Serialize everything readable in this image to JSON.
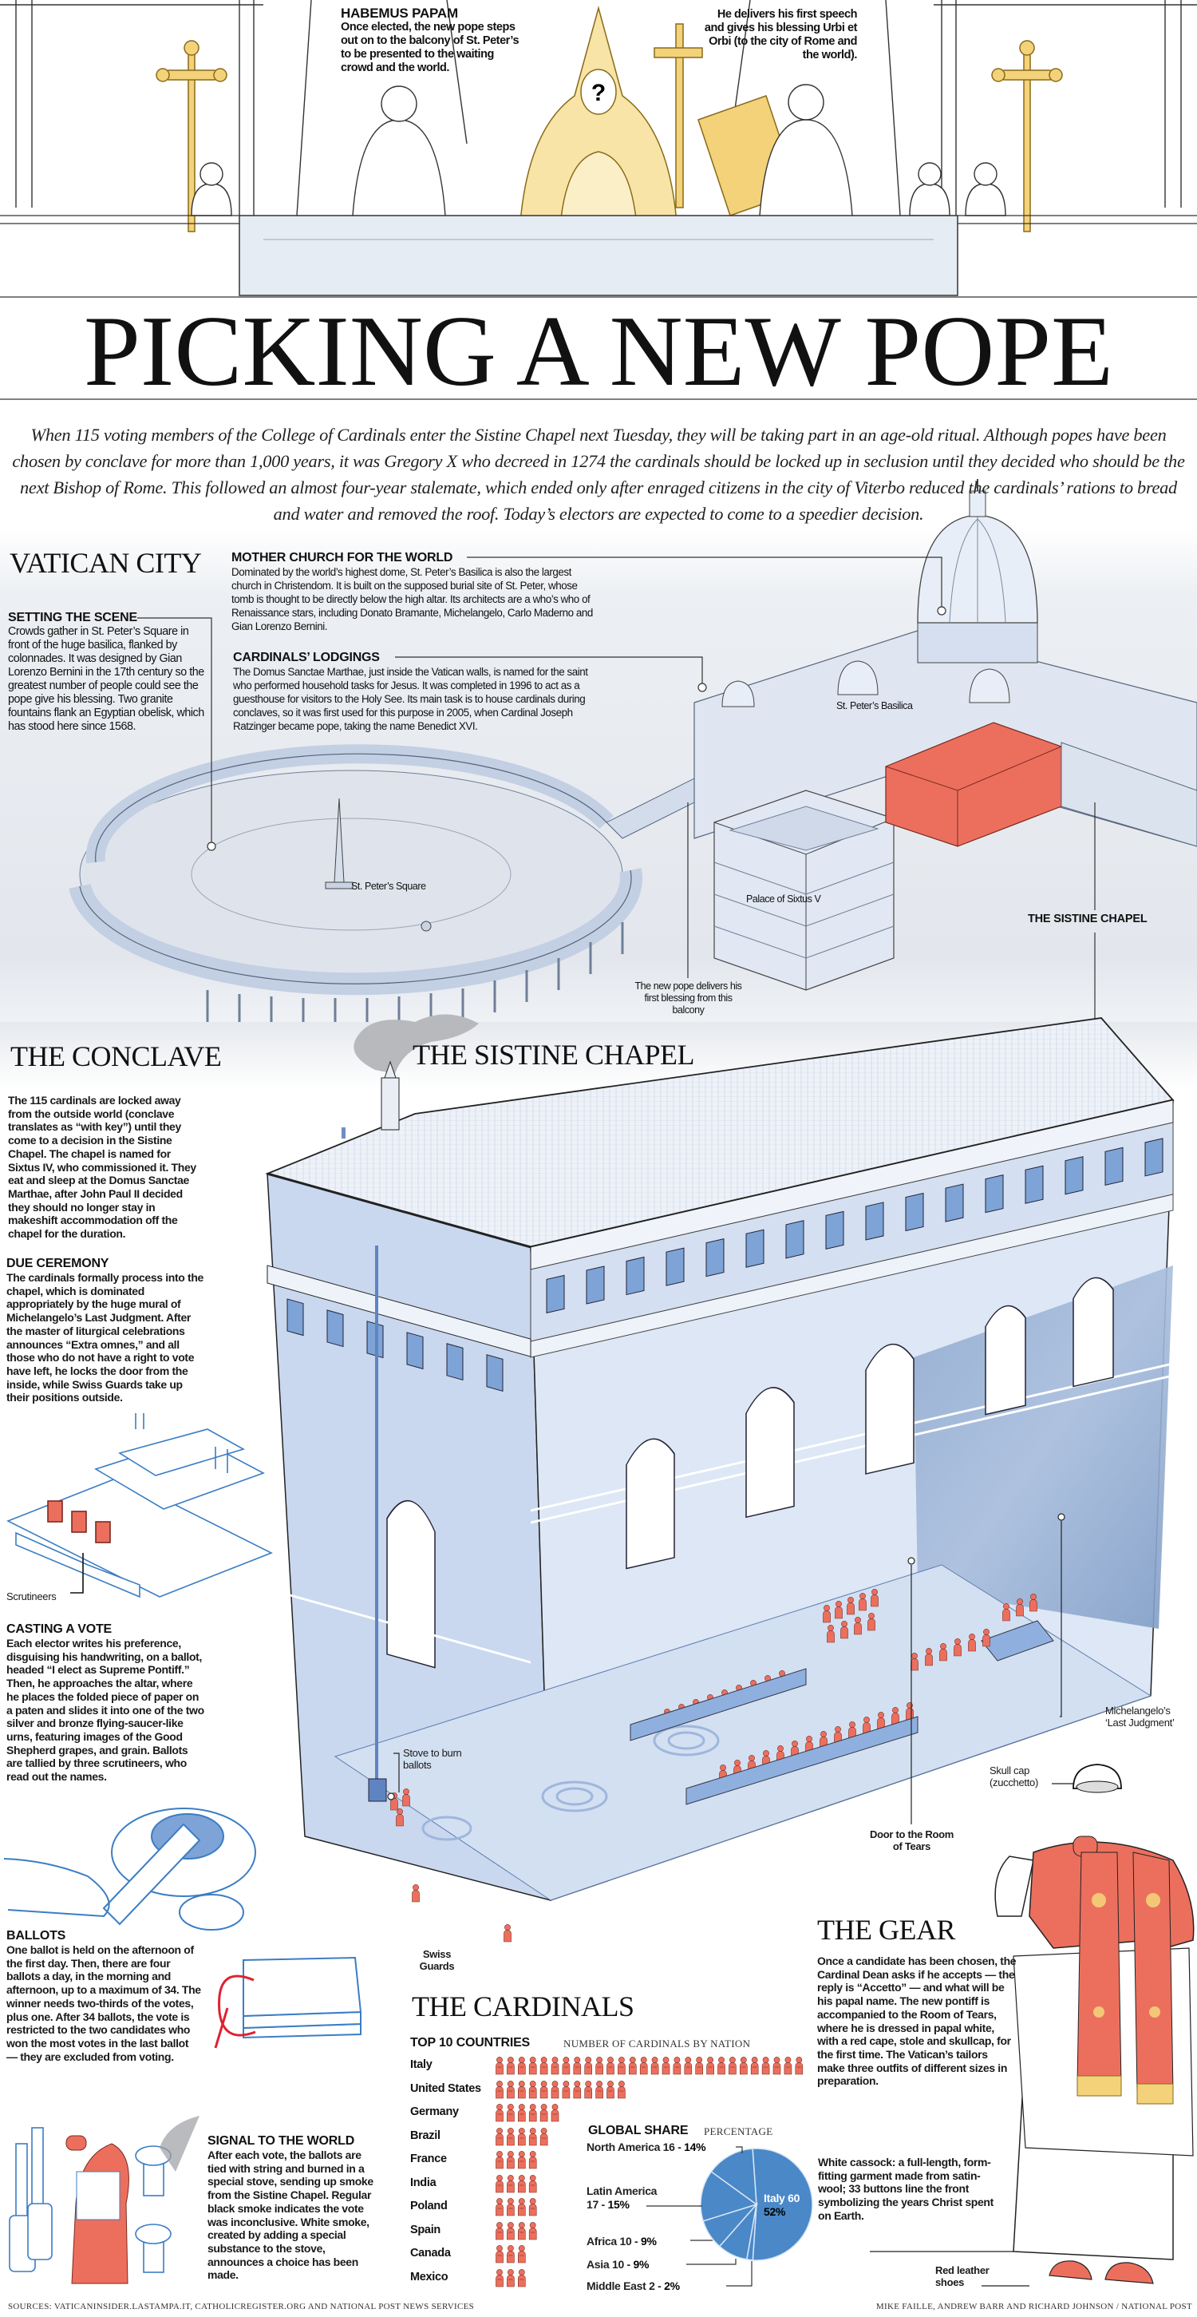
{
  "colors": {
    "cardinal_red": "#ec6f5d",
    "chapel_blue": "#c8d8ef",
    "pie_blue": "#4a88c8",
    "gold": "#f3d27a"
  },
  "header": {
    "habemus_title": "HABEMUS PAPAM",
    "habemus_text": "Once elected, the new pope steps out on to the balcony of St. Peter’s to be presented to the waiting crowd and the world.",
    "speech_text": "He delivers his first speech and gives his blessing Urbi et Orbi (to the city of Rome and the world).",
    "pope_face_mark": "?"
  },
  "title": "PICKING A NEW POPE",
  "intro": "When 115 voting members of the College of Cardinals enter the Sistine Chapel next Tuesday, they will be taking part in an age-old ritual. Although popes have been chosen by conclave for more than 1,000 years, it was Gregory X who decreed in 1274 the cardinals should be locked up in seclusion until they decided who should be the next Bishop of Rome. This followed an almost four-year stalemate, which ended only after enraged citizens in the city of Viterbo reduced the cardinals’ rations to bread and water and removed the roof. Today’s electors are expected to come to a speedier decision.",
  "vatican": {
    "heading": "VATICAN CITY",
    "setting_scene": {
      "title": "SETTING THE SCENE",
      "text": "Crowds gather in St. Peter’s Square in front of the huge basilica, flanked by colonnades. It was designed by Gian Lorenzo Bernini in the 17th century so the greatest number of people could see the pope give his blessing. Two granite fountains flank an Egyptian obelisk, which has stood here since 1568."
    },
    "mother_church": {
      "title": "MOTHER CHURCH FOR THE WORLD",
      "text": "Dominated by the world’s highest dome, St. Peter’s Basilica is also the largest church in Christendom. It is built on the supposed burial site of St. Peter, whose tomb is thought to be directly below the high altar. Its architects are a who’s who of Renaissance stars, including Donato Bramante, Michelangelo, Carlo Maderno and Gian Lorenzo Bernini."
    },
    "lodgings": {
      "title": "CARDINALS’ LODGINGS",
      "text": "The Domus Sanctae Marthae, just inside the Vatican walls, is named for the saint who performed household tasks for Jesus. It was completed in 1996 to act as a guesthouse for visitors to the Holy See. Its main task is to house cardinals during conclaves, so it was first used for this purpose in 2005, when Cardinal Joseph Ratzinger became pope, taking the name Benedict XVI."
    },
    "labels": {
      "basilica": "St. Peter’s Basilica",
      "square": "St. Peter’s Square",
      "palace": "Palace of Sixtus V",
      "balcony": "The new pope delivers his first blessing from this balcony",
      "sistine": "THE SISTINE CHAPEL"
    }
  },
  "conclave": {
    "heading": "THE CONCLAVE",
    "text": "The 115 cardinals are locked away from the outside world (conclave translates as “with key”) until they come to a decision in the Sistine Chapel. The chapel is named for Sixtus IV, who commissioned it. They eat and sleep at the Domus Sanctae Marthae, after John Paul II decided they should no longer stay in makeshift accommodation off the chapel for the duration.",
    "due_ceremony": {
      "title": "DUE CEREMONY",
      "text": "The cardinals formally process into the chapel, which is dominated appropriately by the huge mural of Michelangelo’s Last Judgment. After the master of liturgical celebrations announces “Extra omnes,” and all those who do not have a right to vote have left, he locks the door from the inside, while Swiss Guards take up their positions outside."
    },
    "scrutineers_label": "Scrutineers",
    "casting": {
      "title": "CASTING A VOTE",
      "text": "Each elector writes his preference, disguising his handwriting, on a ballot, headed “I elect as Supreme Pontiff.” Then, he approaches the altar, where he places the folded piece of paper on a paten and slides it into one of the two silver and bronze flying-saucer-like urns, featuring images of the Good Shepherd  grapes, and grain. Ballots are tallied by three scrutineers, who read out the names."
    },
    "ballots": {
      "title": "BALLOTS",
      "text": "One ballot is held on the afternoon of the first day. Then, there are four ballots a day, in the morning and afternoon, up to a maximum of 34. The winner needs two-thirds of the votes, plus one. After 34 ballots, the vote is restricted to the two candidates who won the most votes in the last ballot — they are excluded from voting."
    },
    "signal": {
      "title": "SIGNAL TO THE WORLD",
      "text": "After each vote, the ballots are tied with string and burned in a special stove, sending up smoke from the Sistine Chapel. Regular black smoke indicates the vote was inconclusive. White smoke, created by adding a special substance to the stove, announces a choice has been made."
    }
  },
  "sistine": {
    "heading": "THE SISTINE CHAPEL",
    "labels": {
      "stove": "Stove to burn ballots",
      "last_judgment": "Michelangelo’s ‘Last Judgment’",
      "skull_cap": "Skull cap (zucchetto)",
      "door": "Door to the Room of Tears",
      "swiss_guards": "Swiss Guards"
    }
  },
  "cardinals": {
    "heading": "THE CARDINALS"
  },
  "chart_data": [
    {
      "type": "bar",
      "style": "pictogram",
      "title": "TOP 10 COUNTRIES",
      "subtitle": "NUMBER OF CARDINALS BY NATION",
      "categories": [
        "Italy",
        "United States",
        "Germany",
        "Brazil",
        "France",
        "India",
        "Poland",
        "Spain",
        "Canada",
        "Mexico"
      ],
      "values": [
        28,
        12,
        6,
        5,
        4,
        4,
        4,
        4,
        3,
        3
      ],
      "icon": "cardinal-figure-icon"
    },
    {
      "type": "pie",
      "title": "GLOBAL SHARE",
      "subtitle": "PERCENTAGE",
      "slices": [
        {
          "name": "Italy",
          "count": 60,
          "percent": 52
        },
        {
          "name": "Middle East",
          "count": 2,
          "percent": 2
        },
        {
          "name": "Asia",
          "count": 10,
          "percent": 9
        },
        {
          "name": "Africa",
          "count": 10,
          "percent": 9
        },
        {
          "name": "Latin America",
          "count": 17,
          "percent": 15
        },
        {
          "name": "North America",
          "count": 16,
          "percent": 14
        }
      ]
    }
  ],
  "gear": {
    "heading": "THE GEAR",
    "text": "Once a candidate has been chosen, the Cardinal Dean asks if he accepts — the reply is “Accetto” — and what will be his papal name. The new pontiff is accompanied to the Room of Tears, where he is dressed in papal white, with a red cape, stole and skullcap, for the first time. The Vatican’s tailors make three outfits of different sizes in preparation.",
    "cassock": "White cassock: a full-length, form-fitting garment made from satin-wool; 33 buttons line the front symbolizing the years Christ spent on Earth.",
    "shoes": "Red leather shoes"
  },
  "footer": {
    "sources": "SOURCES: VATICANINSIDER.LASTAMPA.IT, CATHOLICREGISTER.ORG AND NATIONAL POST NEWS SERVICES",
    "credit": "MIKE FAILLE, ANDREW BARR AND RICHARD JOHNSON  / NATIONAL POST"
  }
}
